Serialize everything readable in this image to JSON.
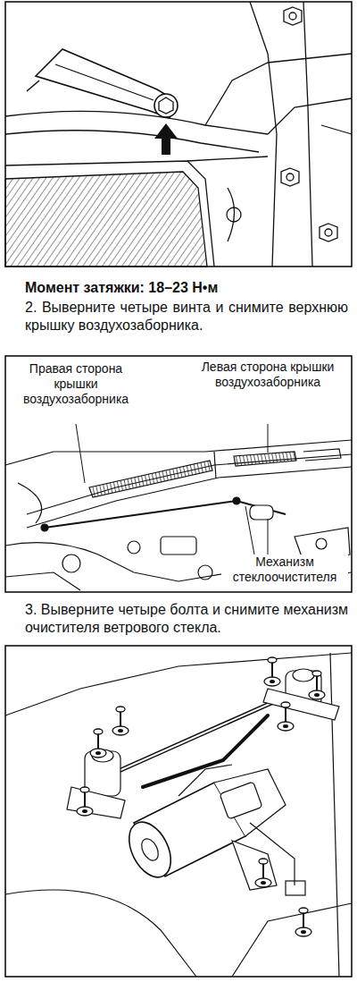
{
  "diagram": {
    "labels": [
      "Момент затяжки: 18–23 Н•м",
      "2. Выверните четыре винта и снимите верхнюю крышку воздухозаборника.",
      "Правая сторона крышки воздухозаборника",
      "Левая сторона крышки воздухозаборника",
      "Механизм стеклоочистителя",
      "3. Выверните четыре болта и снимите механизм очистителя ветрового стекла."
    ]
  }
}
